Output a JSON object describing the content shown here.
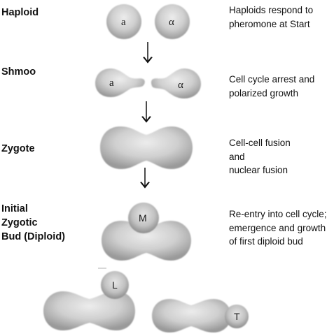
{
  "stages": [
    {
      "label": "Haploid",
      "description": [
        "Haploids respond to",
        "pheromone at Start"
      ]
    },
    {
      "label": "Shmoo",
      "description": [
        "Cell cycle arrest and",
        "polarized growth"
      ]
    },
    {
      "label": "Zygote",
      "description": [
        "Cell-cell fusion",
        "and",
        "nuclear fusion"
      ]
    },
    {
      "label": [
        "Initial",
        "Zygotic",
        "Bud (Diploid)"
      ],
      "description": [
        "Re-entry into cell cycle;",
        "emergence and growth",
        "of first diploid bud"
      ]
    }
  ],
  "cells": {
    "haploid_a": "a",
    "haploid_alpha": "α",
    "shmoo_a": "a",
    "shmoo_alpha": "α",
    "bud_middle": "M",
    "bud_left": "L",
    "bud_terminal": "T"
  },
  "colors": {
    "cell_light": "#ececec",
    "cell_dark": "#9a9a9a",
    "arrow": "#111111"
  }
}
